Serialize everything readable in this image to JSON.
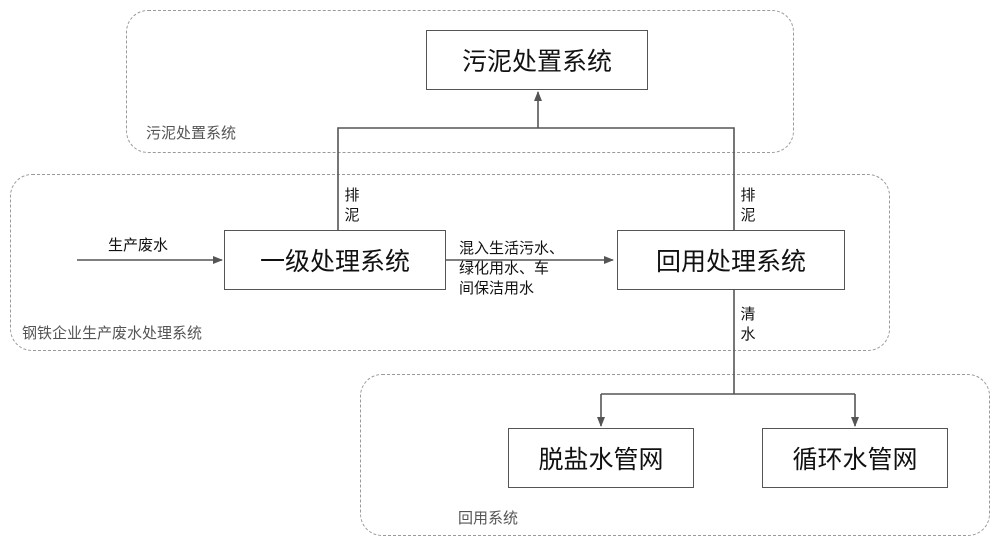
{
  "groups": {
    "sludge": "污泥处置系统",
    "wastewater": "钢铁企业生产废水处理系统",
    "reuse": "回用系统"
  },
  "nodes": {
    "sludge_disposal": "污泥处置系统",
    "primary_treatment": "一级处理系统",
    "reuse_treatment": "回用处理系统",
    "desalinated_network": "脱盐水管网",
    "circulating_network": "循环水管网"
  },
  "edges": {
    "input": "生产废水",
    "mix_line1": "混入生活污水、",
    "mix_line2": "绿化用水、车",
    "mix_line3": "间保洁用水",
    "sludge_left_1": "排",
    "sludge_left_2": "泥",
    "sludge_right_1": "排",
    "sludge_right_2": "泥",
    "clean_1": "清",
    "clean_2": "水"
  }
}
